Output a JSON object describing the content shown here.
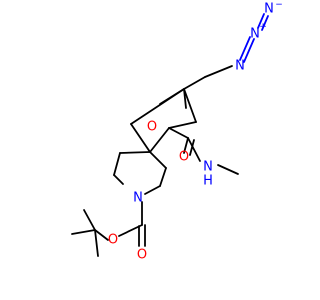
{
  "molecule": {
    "colors": {
      "carbon": "#000000",
      "nitrogen": "#0000ff",
      "oxygen": "#ff0000"
    },
    "atoms": {
      "azide_n_terminal": {
        "symbol": "N",
        "charge": "−",
        "element": "nitrogen"
      },
      "azide_n_central": {
        "symbol": "N",
        "charge": "+",
        "element": "nitrogen"
      },
      "azide_n_attached": {
        "symbol": "N",
        "element": "nitrogen"
      },
      "ether_o": {
        "symbol": "O",
        "element": "oxygen"
      },
      "carbonyl_o_amide": {
        "symbol": "O",
        "element": "oxygen"
      },
      "amide_nh": {
        "symbol": "N",
        "suffix": "H",
        "element": "nitrogen"
      },
      "piperidine_n": {
        "symbol": "N",
        "element": "nitrogen"
      },
      "ester_o": {
        "symbol": "O",
        "element": "oxygen"
      },
      "carbonyl_o_boc": {
        "symbol": "O",
        "element": "oxygen"
      }
    }
  }
}
